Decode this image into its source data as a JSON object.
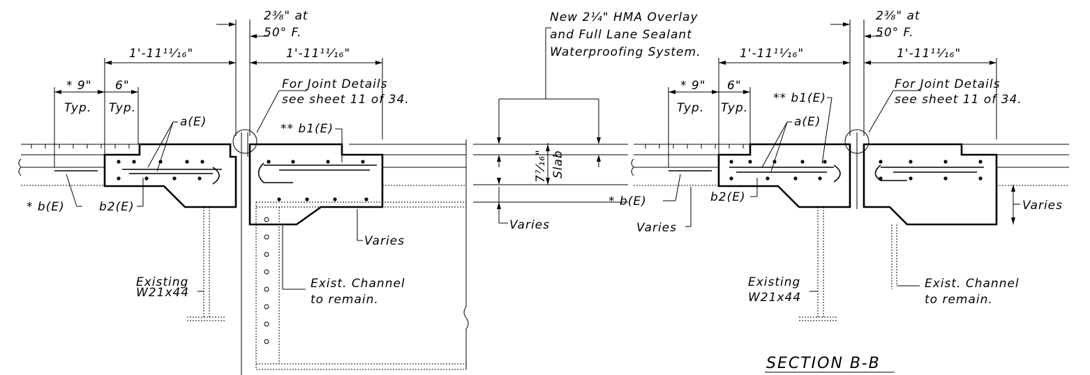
{
  "left": {
    "dim_2_38": "2⅜\" at",
    "dim_50f": "50° F.",
    "dim_overall_left": "1'-11¹¹⁄₁₆\"",
    "dim_overall_right": "1'-11¹¹⁄₁₆\"",
    "dim_9": "* 9\"",
    "dim_typ1": "Typ.",
    "dim_6": "6\"",
    "dim_typ2": "Typ.",
    "joint_note_1": "For Joint Details",
    "joint_note_2": "see sheet 11 of 34.",
    "bar_aE": "a(E)",
    "bar_b1E": "** b1(E)",
    "bar_bE": "* b(E)",
    "bar_b2E": "b2(E)",
    "varies": "Varies",
    "existing_1": "Existing",
    "existing_2": "W21x44",
    "channel_1": "Exist. Channel",
    "channel_2": "to remain."
  },
  "middle": {
    "overlay_1": "New 2¼\" HMA Overlay",
    "overlay_2": "and Full Lane Sealant",
    "overlay_3": "Waterproofing System.",
    "slab_dim": "7⁷⁄₁₆\"",
    "slab": "Slab",
    "varies": "Varies"
  },
  "right": {
    "dim_2_38": "2⅜\" at",
    "dim_50f": "50° F.",
    "dim_overall_left": "1'-11¹¹⁄₁₆\"",
    "dim_overall_right": "1'-11¹¹⁄₁₆\"",
    "dim_9": "* 9\"",
    "dim_typ1": "Typ.",
    "dim_6": "6\"",
    "dim_typ2": "Typ.",
    "joint_note_1": "For Joint Details",
    "joint_note_2": "see sheet 11 of 34.",
    "bar_b1E": "** b1(E)",
    "bar_aE": "a(E)",
    "bar_bE": "* b(E)",
    "bar_b2E": "b2(E)",
    "varies_left": "Varies",
    "varies_right": "Varies",
    "existing_1": "Existing",
    "existing_2": "W21x44",
    "channel_1": "Exist. Channel",
    "channel_2": "to remain."
  },
  "section_title": "SECTION B-B"
}
